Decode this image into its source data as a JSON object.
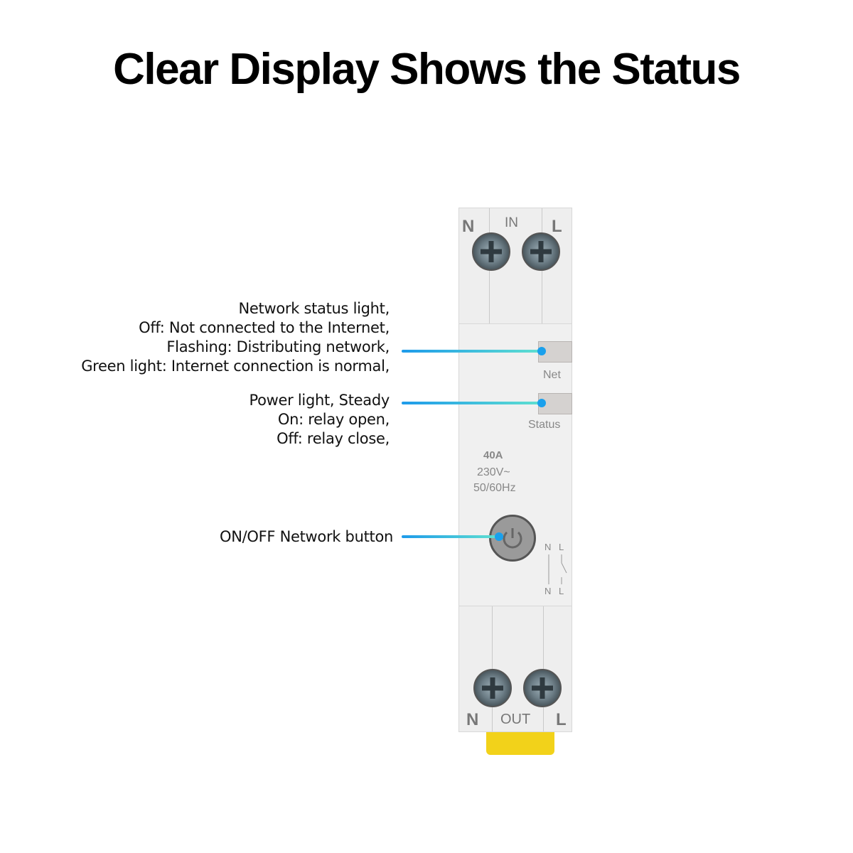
{
  "title": "Clear Display Shows the Status",
  "callouts": {
    "net": [
      "Network status light,",
      "Off: Not connected to the Internet,",
      "Flashing: Distributing network,",
      "Green light: Internet connection is normal,"
    ],
    "power": [
      "Power light, Steady",
      "On: relay open,",
      "Off: relay close,"
    ],
    "button": "ON/OFF  Network button"
  },
  "device": {
    "top_labels": {
      "n": "N",
      "in": "IN",
      "l": "L"
    },
    "net_label": "Net",
    "status_label": "Status",
    "rating": "40A",
    "voltage": "230V~",
    "frequency": "50/60Hz",
    "diagram": {
      "n_top": "N",
      "l_top": "L",
      "n_bottom": "N",
      "l_bottom": "L"
    },
    "bottom_labels": {
      "n": "N",
      "out": "OUT",
      "l": "L"
    }
  },
  "colors": {
    "accent_line": "#1e9bea",
    "clip": "#f2d21a"
  }
}
